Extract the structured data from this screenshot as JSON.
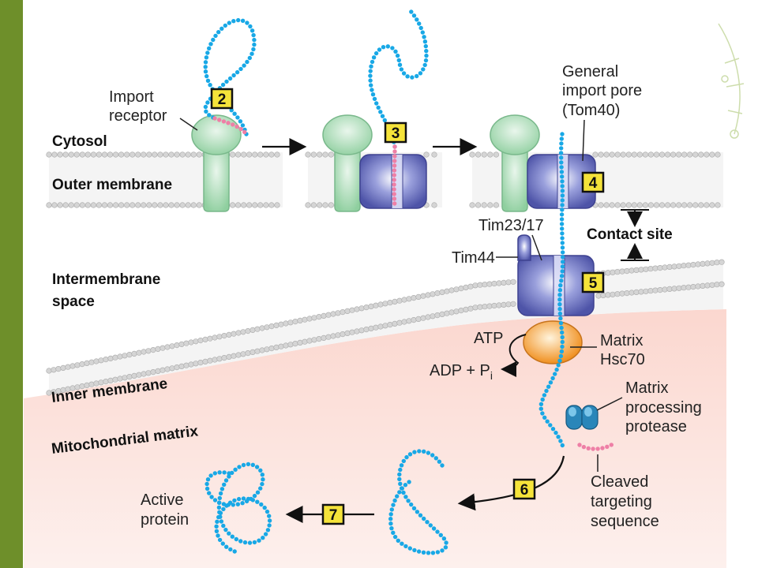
{
  "colors": {
    "side_bar": "#6e8f2a",
    "matrix_fill": "#f7c9c1",
    "chain": "#18a8e6",
    "signal": "#ee7fa6",
    "receptor": "#a6dab4",
    "channel": "#6e72c0",
    "hsc70": "#f5a23c",
    "protease": "#2a86b9",
    "step_box": "#f5e33a",
    "membrane_head": "#d5d5d5"
  },
  "regions": {
    "cytosol": "Cytosol",
    "outer_membrane": "Outer membrane",
    "intermembrane": [
      "Intermembrane",
      "space"
    ],
    "inner_membrane": "Inner membrane",
    "matrix": "Mitochondrial matrix",
    "contact_site": "Contact site"
  },
  "labels": {
    "import_receptor": [
      "Import",
      "receptor"
    ],
    "general_pore": [
      "General",
      "import pore",
      "(Tom40)"
    ],
    "tim23": "Tim23/17",
    "tim44": "Tim44",
    "atp": "ATP",
    "adp": "ADP + P",
    "adp_sub": "i",
    "hsc70": [
      "Matrix",
      "Hsc70"
    ],
    "protease": [
      "Matrix",
      "processing",
      "protease"
    ],
    "cleaved": [
      "Cleaved",
      "targeting",
      "sequence"
    ],
    "active_protein": [
      "Active",
      "protein"
    ]
  },
  "steps": [
    "2",
    "3",
    "4",
    "5",
    "6",
    "7"
  ]
}
